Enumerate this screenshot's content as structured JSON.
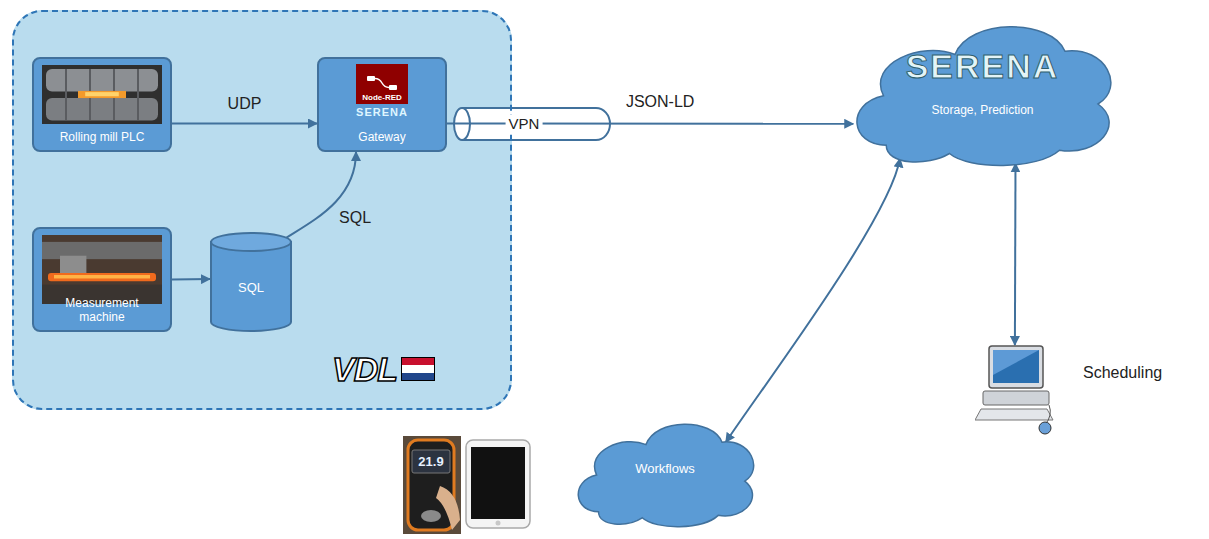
{
  "diagram": {
    "nodes": [
      {
        "text": [
          "VDL"
        ]
      },
      {
        "text": [
          "Rolling mill PLC"
        ],
        "in": 0
      },
      {
        "text": [
          "Node-RED",
          "SERENA",
          "Gateway"
        ],
        "in": 0
      },
      {
        "text": [
          "Measurement machine"
        ],
        "in": 0
      },
      {
        "text": [
          "SQL"
        ],
        "in": 0
      },
      {
        "text": [
          "SERENA",
          "Storage, Prediction"
        ]
      },
      {
        "text": [
          "Workflows"
        ]
      },
      {
        "text": [
          "Scheduling"
        ]
      }
    ],
    "edges": [
      {
        "from": 1,
        "to": 2,
        "arrow": "to",
        "label": "UDP"
      },
      {
        "from": 3,
        "to": 4,
        "arrow": "to"
      },
      {
        "from": 4,
        "to": 2,
        "arrow": "to",
        "label": "SQL"
      },
      {
        "from": 2,
        "to": 5,
        "arrow": "to",
        "label": "JSON-LD"
      },
      {
        "from": 6,
        "to": 5,
        "arrow": "both"
      },
      {
        "from": 5,
        "to": 7,
        "arrow": "both"
      }
    ],
    "labels": [
      "VPN",
      "21.9"
    ]
  }
}
